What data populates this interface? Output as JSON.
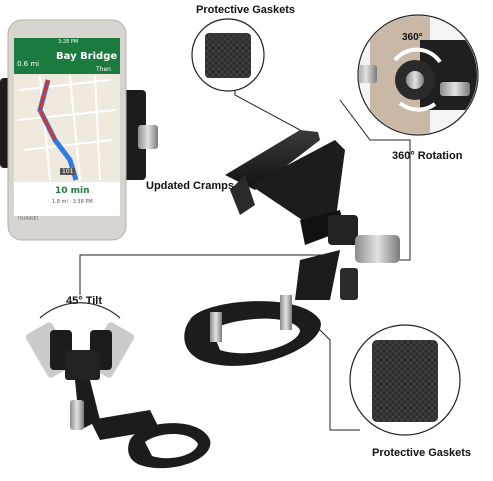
{
  "labels": {
    "protective_top": "Protective Gaskets",
    "rotation": "360° Rotation",
    "rotation_badge": "360°",
    "cramps": "Updated Cramps",
    "tilt": "45° Tilt",
    "protective_bottom": "Protective Gaskets"
  },
  "phone": {
    "status_time": "3:28 PM",
    "distance": "0.6 mi",
    "street": "Bay Bridge",
    "then": "Then",
    "eta_minutes": "10 min",
    "eta_detail": "1.8 mi · 3:38 PM",
    "route_badge": "101",
    "brand": "HUAWEI"
  },
  "colors": {
    "nav_green": "#1b7a3e",
    "route_blue": "#2f7de0",
    "traffic_red": "#d7332b",
    "gasket_dark": "#2a2a2a",
    "mount_black": "#1c1c1c"
  }
}
